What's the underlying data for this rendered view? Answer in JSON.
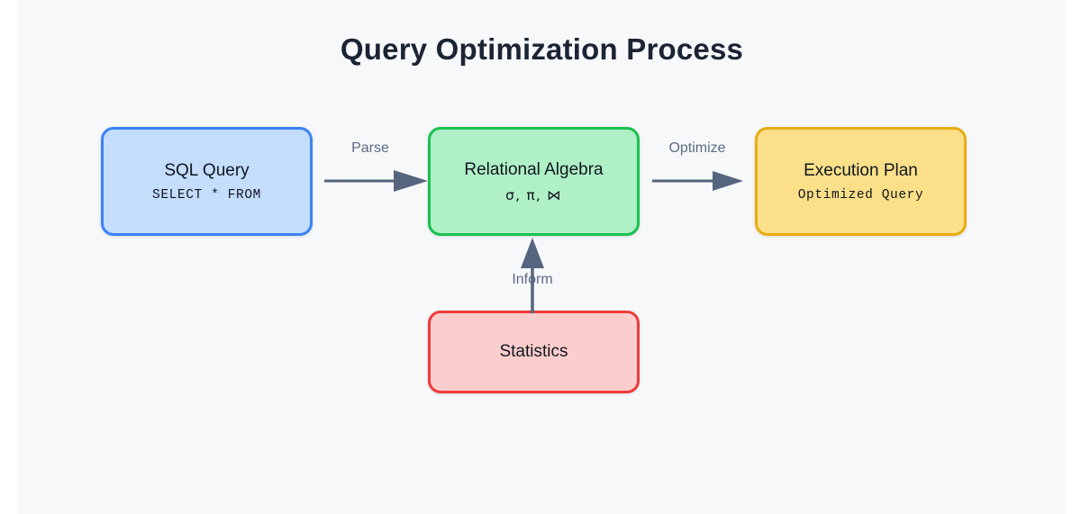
{
  "diagram": {
    "title": "Query Optimization Process",
    "background_color": "#f7f8fa",
    "title_color": "#1b2434",
    "nodes": [
      {
        "id": "sql-query",
        "title": "SQL Query",
        "subtitle": "SELECT * FROM",
        "subtitle_style": "monospace",
        "fill_color": "#c3ddfb",
        "border_color": "#3b82f6"
      },
      {
        "id": "relational-algebra",
        "title": "Relational Algebra",
        "subtitle": "σ, π, ⋈",
        "subtitle_style": "symbol",
        "fill_color": "#aff0c7",
        "border_color": "#19c14e"
      },
      {
        "id": "execution-plan",
        "title": "Execution Plan",
        "subtitle": "Optimized Query",
        "subtitle_style": "monospace",
        "fill_color": "#fbe089",
        "border_color": "#e8ad11"
      },
      {
        "id": "statistics",
        "title": "Statistics",
        "subtitle": "",
        "subtitle_style": "none",
        "fill_color": "#fbcecd",
        "border_color": "#ef3b3b"
      }
    ],
    "edges": [
      {
        "id": "parse",
        "label": "Parse",
        "from": "sql-query",
        "to": "relational-algebra",
        "direction": "right",
        "color": "#55657f"
      },
      {
        "id": "optimize",
        "label": "Optimize",
        "from": "relational-algebra",
        "to": "execution-plan",
        "direction": "right",
        "color": "#55657f"
      },
      {
        "id": "inform",
        "label": "Inform",
        "from": "statistics",
        "to": "relational-algebra",
        "direction": "up",
        "color": "#55657f"
      }
    ]
  }
}
